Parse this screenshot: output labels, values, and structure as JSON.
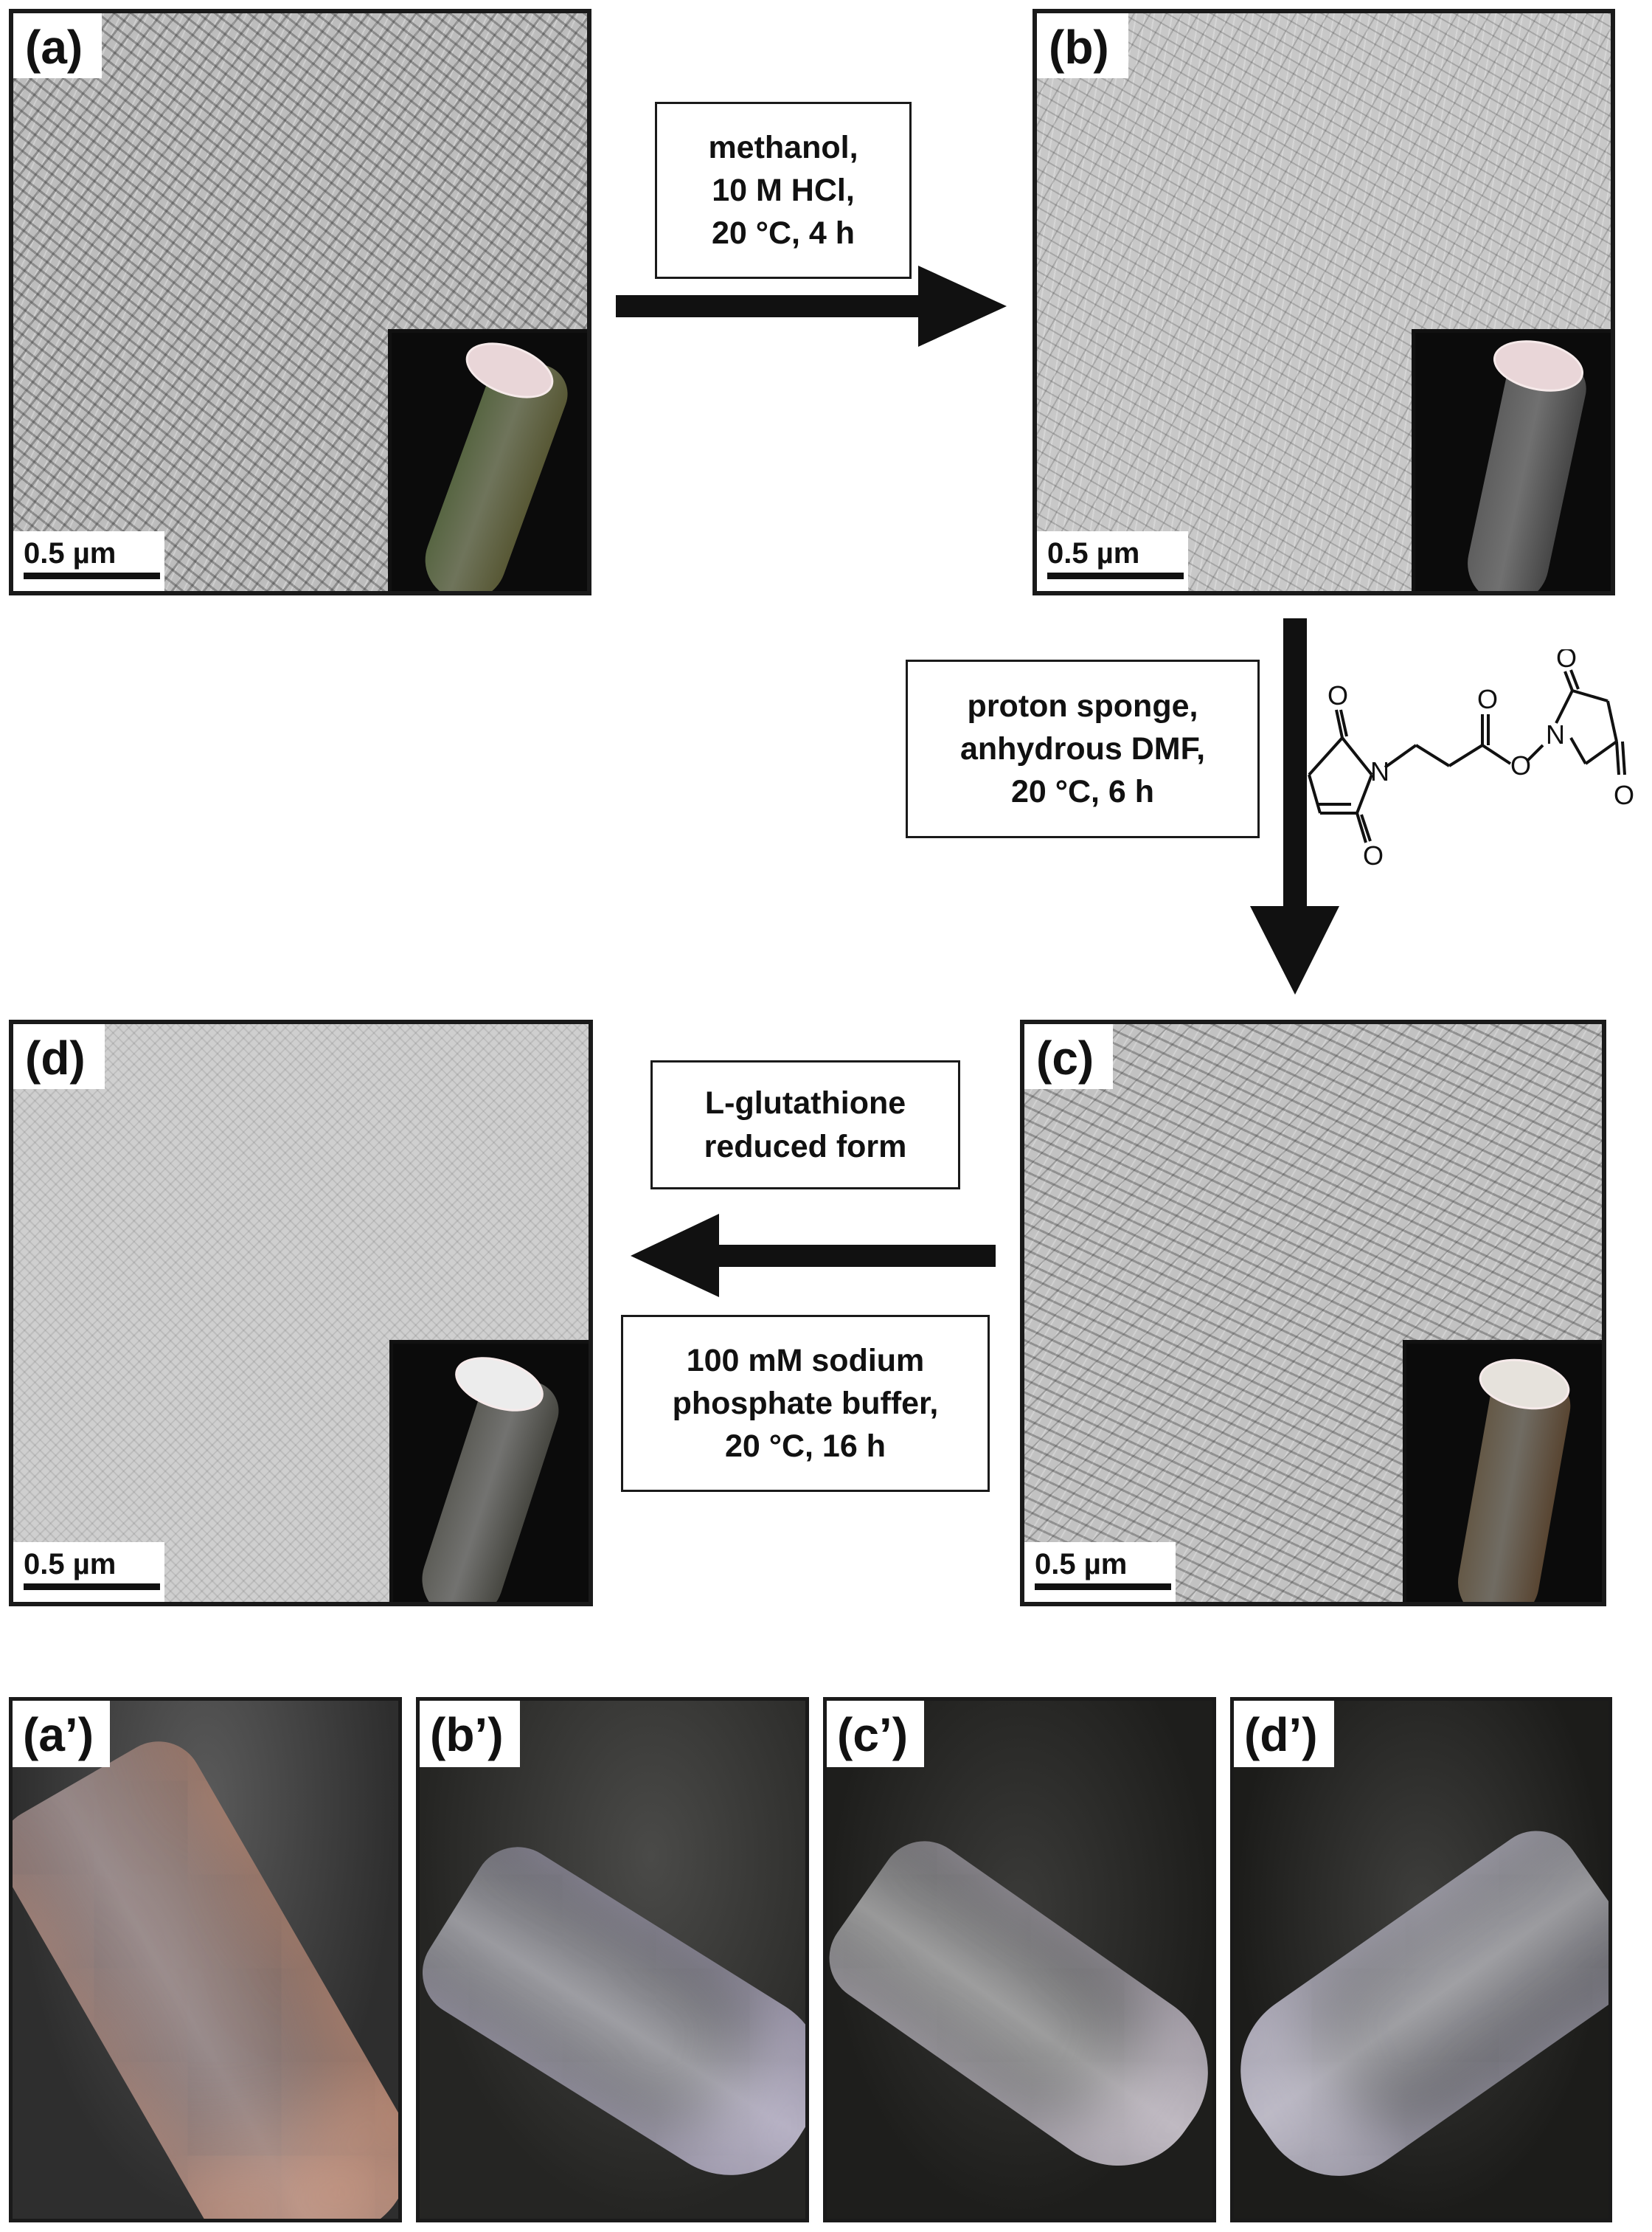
{
  "panels": {
    "a": {
      "label": "(a)",
      "scale": "0.5  µm"
    },
    "b": {
      "label": "(b)",
      "scale": "0.5  µm"
    },
    "c": {
      "label": "(c)",
      "scale": "0.5  µm"
    },
    "d": {
      "label": "(d)",
      "scale": "0.5  µm"
    }
  },
  "steps": {
    "step1": [
      "methanol,",
      "10 M HCl,",
      "20 °C, 4 h"
    ],
    "step2": [
      "proton sponge,",
      "anhydrous DMF,",
      "20 °C, 6 h"
    ],
    "step3_top": [
      "L-glutathione",
      "reduced form"
    ],
    "step3_bottom": [
      "100 mM sodium",
      "phosphate buffer,",
      "20 °C, 16 h"
    ]
  },
  "reagent": {
    "atoms": {
      "o1": "O",
      "o2": "O",
      "o3": "O",
      "o4": "O",
      "o5": "O",
      "o6": "O",
      "n1": "N",
      "n2": "N"
    }
  },
  "photos": [
    {
      "label": "(a’)"
    },
    {
      "label": "(b’)"
    },
    {
      "label": "(c’)"
    },
    {
      "label": "(d’)"
    }
  ]
}
